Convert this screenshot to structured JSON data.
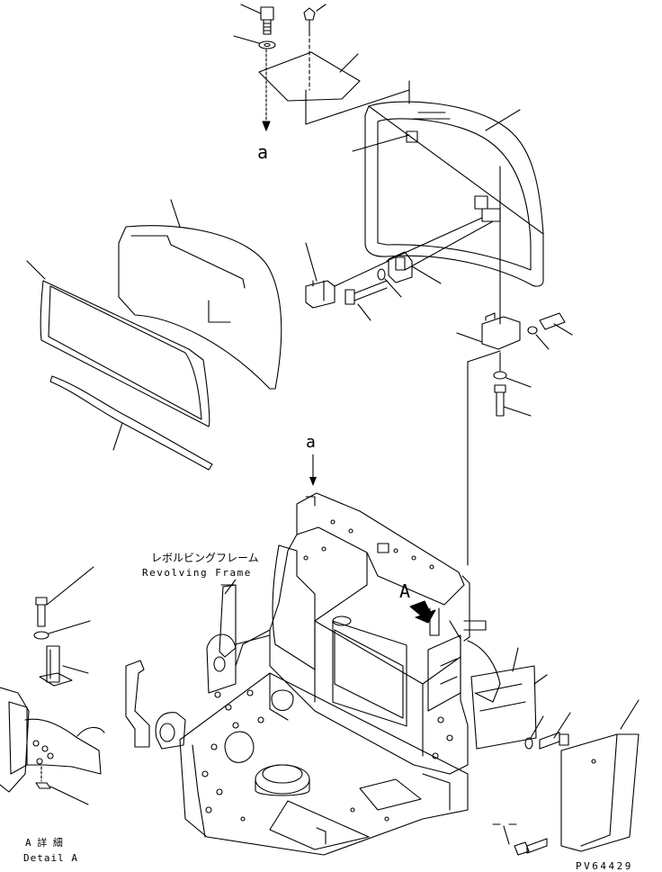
{
  "callouts": {
    "a_top": "a",
    "a_mid": "a",
    "A_view": "A"
  },
  "frame_label": {
    "jp": "レボルビングフレーム",
    "en": "Revolving Frame"
  },
  "detail_label": {
    "jp": "A 詳 細",
    "en": "Detail A"
  },
  "drawing_id": "PV64429",
  "colors": {
    "line": "#000000",
    "background": "#ffffff"
  }
}
